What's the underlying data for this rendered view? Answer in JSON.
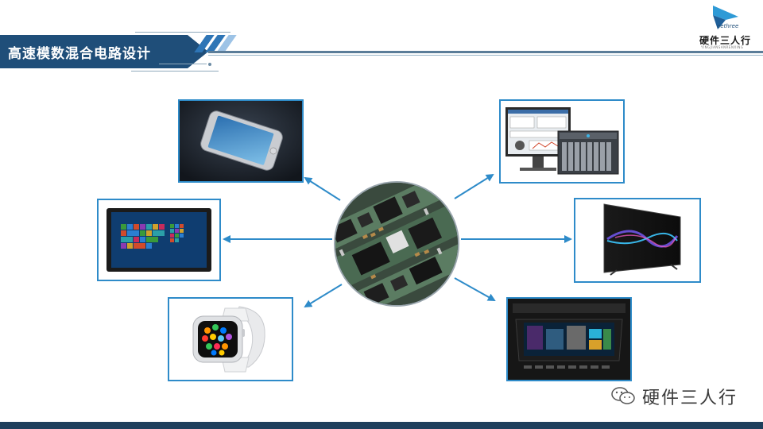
{
  "header": {
    "title": "高速模数混合电路设计"
  },
  "logo": {
    "brand_small": "eethree",
    "brand_cn": "硬件三人行",
    "tagline": "YINGJIANSANRENXING"
  },
  "watermark": {
    "text": "硬件三人行",
    "icon": "wechat-icon"
  },
  "devices": [
    {
      "name": "smartphone",
      "icon": "smartphone-image"
    },
    {
      "name": "tablet",
      "icon": "tablet-image"
    },
    {
      "name": "smartwatch",
      "icon": "smartwatch-image"
    },
    {
      "name": "test-instrument",
      "icon": "test-instrument-image"
    },
    {
      "name": "television",
      "icon": "television-image"
    },
    {
      "name": "car-infotainment",
      "icon": "car-infotainment-image"
    }
  ],
  "colors": {
    "title_bg": "#1f4e79",
    "frame_border": "#2e8bc9",
    "arrow": "#2e8bc9",
    "bottom_bar": "#1f3f5c"
  }
}
